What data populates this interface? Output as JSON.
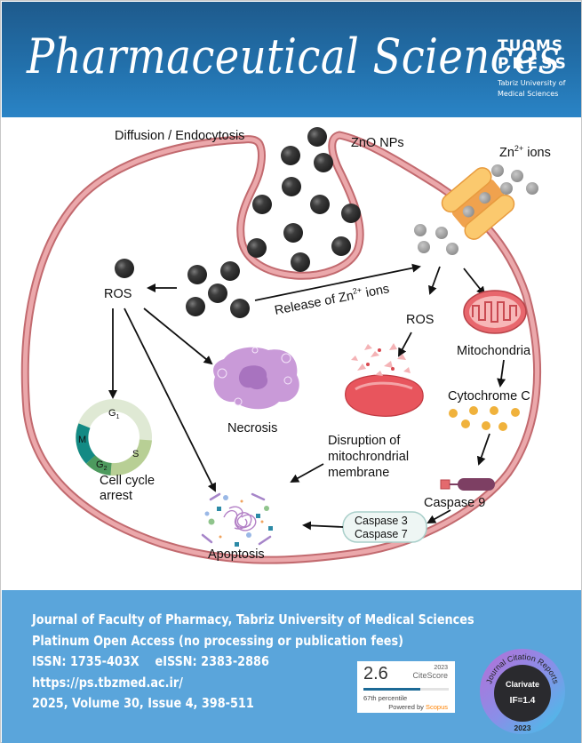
{
  "header": {
    "title": "Pharmaceutical Sciences",
    "publisher_line1": "TUOMS",
    "publisher_line2": "PRESS",
    "publisher_line3": "Tabriz University of",
    "publisher_line4": "Medical Sciences"
  },
  "diagram": {
    "labels": {
      "diffusion": "Diffusion / Endocytosis",
      "zno_nps": "ZnO NPs",
      "zn_ions_base": "Zn",
      "zn_ions_sup": "2+",
      "zn_ions_rest": " ions",
      "ros_left": "ROS",
      "release_base": "Release of Zn",
      "release_sup": "2+",
      "release_rest": " ions",
      "ros_right": "ROS",
      "mitochondria": "Mitochondria",
      "cytochrome_c": "Cytochrome C",
      "necrosis": "Necrosis",
      "disruption_line1": "Disruption of",
      "disruption_line2": "mitochrondrial",
      "disruption_line3": "membrane",
      "caspase9": "Caspase 9",
      "caspase3": "Caspase 3",
      "caspase7": "Caspase 7",
      "cell_cycle_line1": "Cell cycle",
      "cell_cycle_line2": "arrest",
      "apoptosis": "Apoptosis",
      "phase_g1": "G",
      "phase_g1_sub": "1",
      "phase_s": "S",
      "phase_g2": "G",
      "phase_g2_sub": "2",
      "phase_m": "M"
    },
    "colors": {
      "membrane": "#e6a0a3",
      "membrane_edge": "#c06a6f",
      "nanoparticle": "#3a3a3a",
      "ion": "#9a9a9a",
      "channel": "#f9c46a",
      "mitochondria": "#e8676d",
      "cytochrome": "#f0b23c",
      "necrosis": "#c99ad8",
      "caspase9": "#7d3f63"
    }
  },
  "footer": {
    "line1": "Journal of Faculty of Pharmacy, Tabriz University of Medical Sciences",
    "line2": "Platinum Open Access (no processing or publication fees)",
    "line3": "ISSN: 1735-403X    eISSN: 2383-2886",
    "line4": "https://ps.tbzmed.ac.ir/",
    "line5": "2025, Volume 30, Issue 4, 398-511",
    "citescore": {
      "value": "2.6",
      "year": "2023",
      "label": "CiteScore",
      "percentile_text": "67th percentile",
      "percentile_value": 67,
      "powered_by": "Powered by ",
      "brand": "Scopus"
    },
    "jcr": {
      "ring_text": "Journal Citation Reports",
      "brand": "Clarivate",
      "impact_factor": "IF=1.4",
      "year": "2023"
    }
  }
}
